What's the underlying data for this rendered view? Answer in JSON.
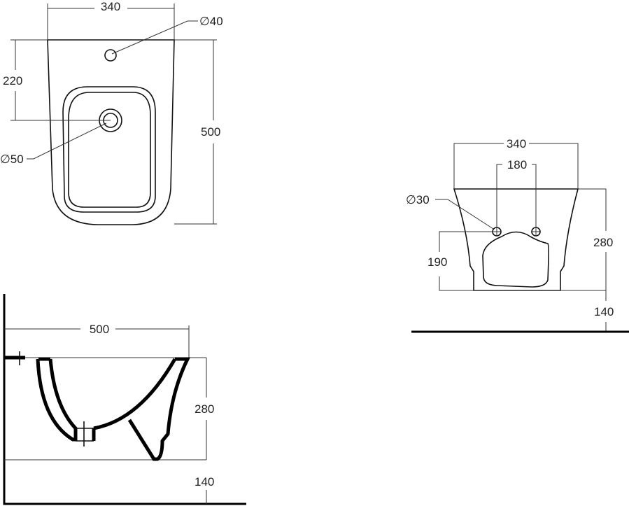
{
  "top_view": {
    "width": "340",
    "hole_tap": "∅40",
    "tap_distance": "220",
    "depth": "500",
    "hole_drain": "∅50"
  },
  "side_view": {
    "depth": "500",
    "height": "280",
    "floor_clearance": "140"
  },
  "front_view": {
    "width": "340",
    "fixing_spacing": "180",
    "fixing_hole": "∅30",
    "fixing_height": "190",
    "height": "280",
    "floor_clearance": "140"
  }
}
